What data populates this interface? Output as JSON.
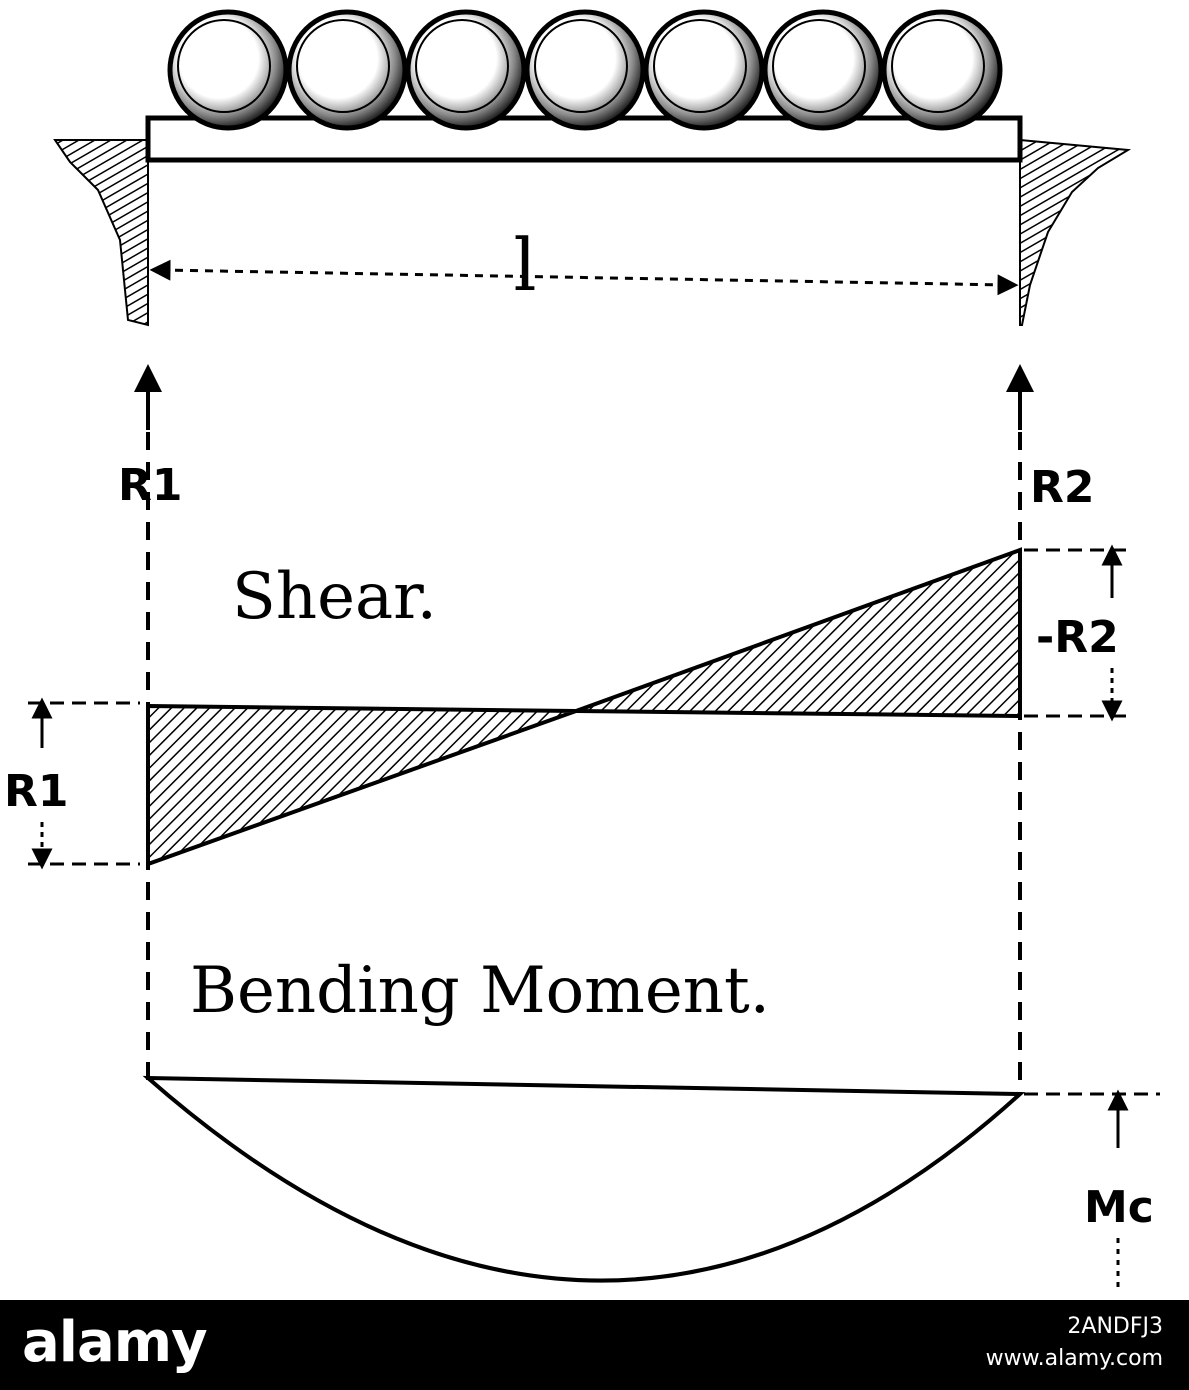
{
  "diagram": {
    "span_label": "l",
    "reaction_left": "R1",
    "reaction_right": "R2",
    "shear_title": "Shear.",
    "shear_right_dim": "-R2",
    "shear_left_dim": "R1",
    "moment_title": "Bending Moment.",
    "moment_dim": "Mc",
    "load_ball_count": 7,
    "colors": {
      "ink": "#000000",
      "paper": "#ffffff"
    }
  },
  "footer": {
    "logo": "alamy",
    "image_id": "2ANDFJ3",
    "url": "www.alamy.com"
  }
}
